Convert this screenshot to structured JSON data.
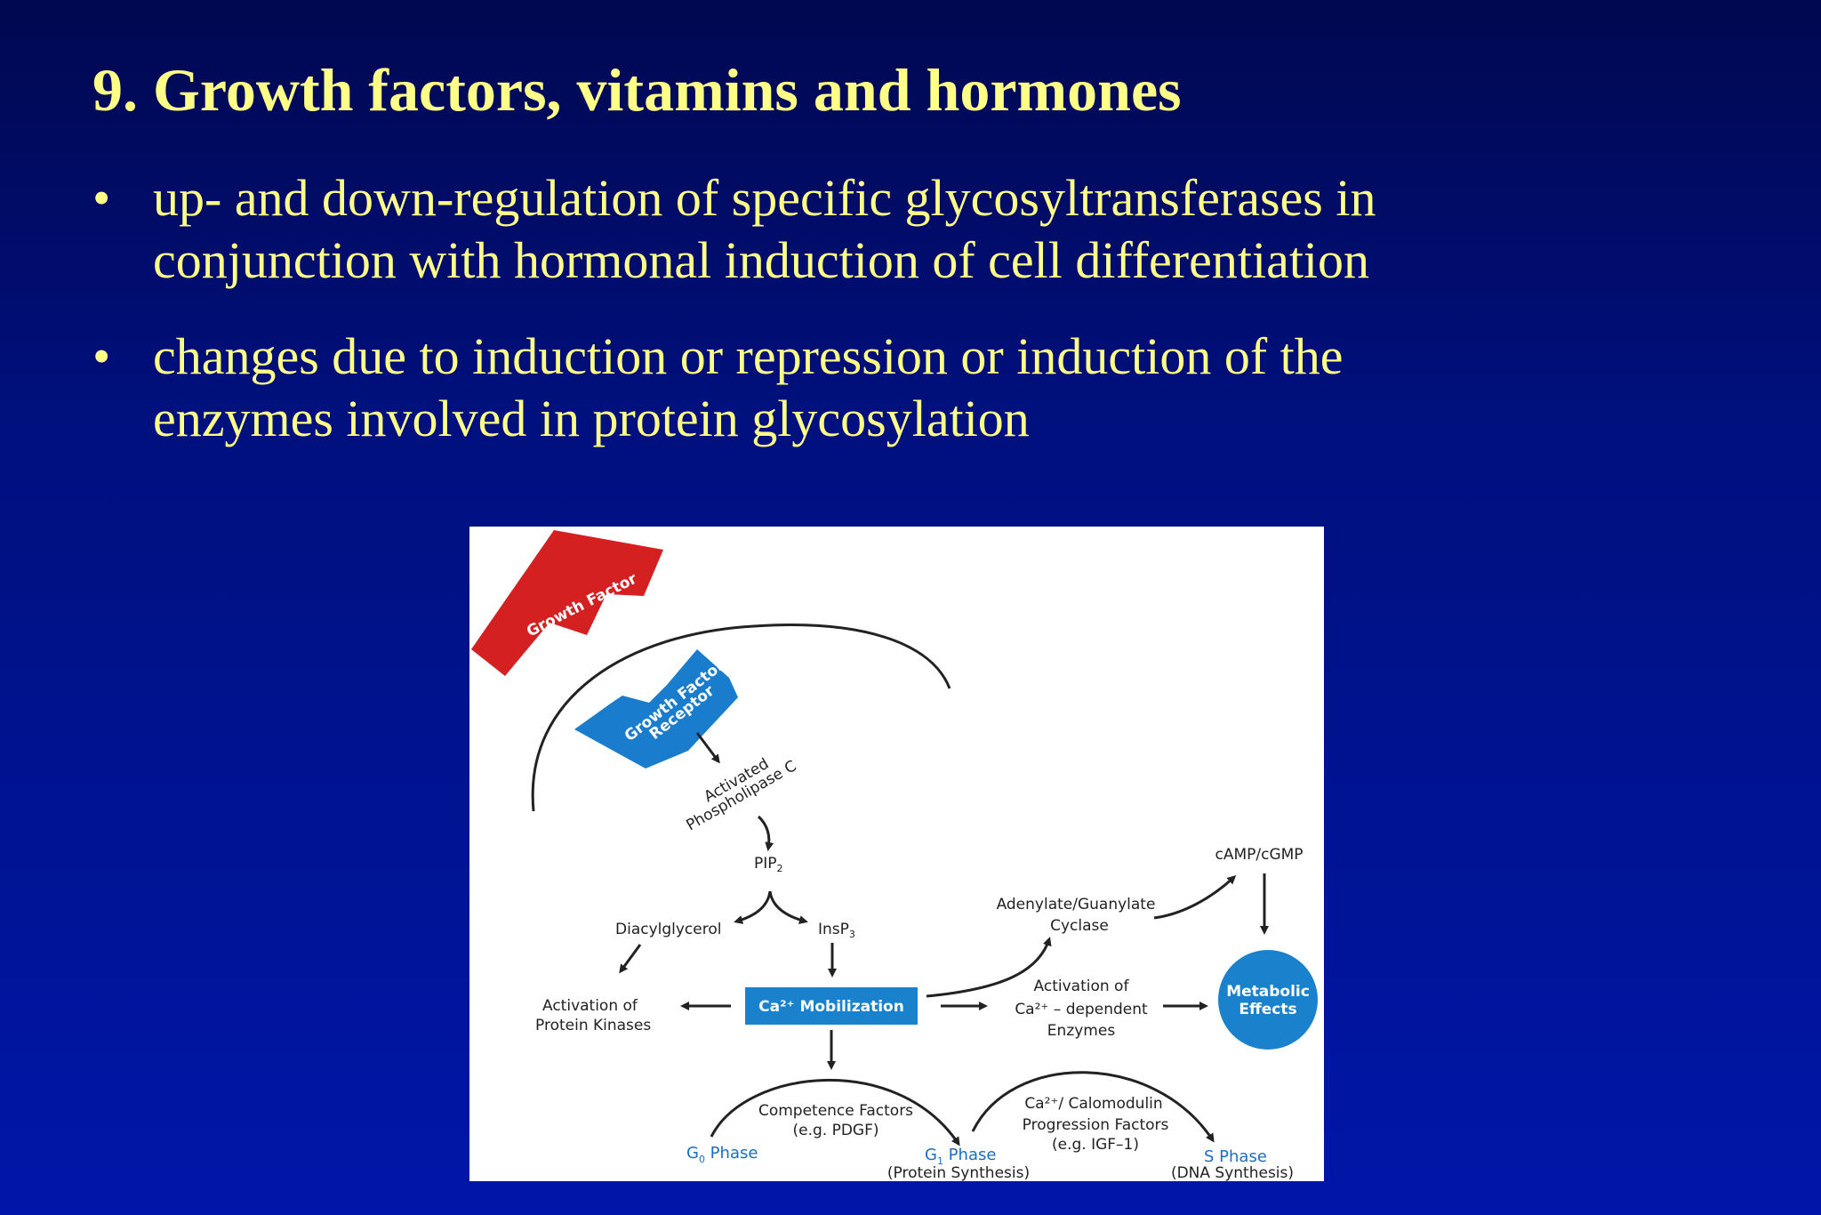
{
  "slide": {
    "title": "9.  Growth factors, vitamins and hormones",
    "bullets": [
      {
        "line1": "up- and down-regulation of specific glycosyltransferases in",
        "line2": "conjunction with hormonal induction of cell differentiation"
      },
      {
        "line1": "changes due to induction or repression or induction of the",
        "line2": "enzymes involved in protein glycosylation"
      }
    ],
    "bullet_symbol": "•"
  },
  "diagram": {
    "growth_factor": "Growth Factor",
    "receptor": {
      "line1": "Growth Factor",
      "line2": "Receptor"
    },
    "phospholipase": {
      "line1": "Activated",
      "line2": "Phospholipase C"
    },
    "pip": "PIP",
    "pip_sub": "2",
    "diacylglycerol": "Diacylglycerol",
    "insp": "InsP",
    "insp_sub": "3",
    "protein_kinases": {
      "line1": "Activation of",
      "line2": "Protein Kinases"
    },
    "ca_mobilization": "Ca²⁺ Mobilization",
    "ca_enzymes": {
      "line1": "Activation of",
      "line2": "Ca²⁺ – dependent",
      "line3": "Enzymes"
    },
    "cyclase": {
      "line1": "Adenylate/Guanylate",
      "line2": "Cyclase"
    },
    "camp": "cAMP/cGMP",
    "metabolic": {
      "line1": "Metabolic",
      "line2": "Effects"
    },
    "competence": {
      "line1": "Competence Factors",
      "line2": "(e.g. PDGF)"
    },
    "progression": {
      "line1": "Ca²⁺/ Calomodulin",
      "line2": "Progression Factors",
      "line3": "(e.g. IGF–1)"
    },
    "g0": {
      "main": "G",
      "sub": "0",
      "rest": " Phase"
    },
    "g1": {
      "main": "G",
      "sub": "1",
      "rest": " Phase",
      "note": "(Protein Synthesis)"
    },
    "s_phase": {
      "label": "S Phase",
      "note": "(DNA Synthesis)"
    },
    "colors": {
      "growth_factor": "#d42020",
      "receptor": "#1a7ccc",
      "ca_box": "#1a82cc",
      "metabolic": "#1a82cc",
      "phase_text": "#1a6fc4"
    }
  }
}
